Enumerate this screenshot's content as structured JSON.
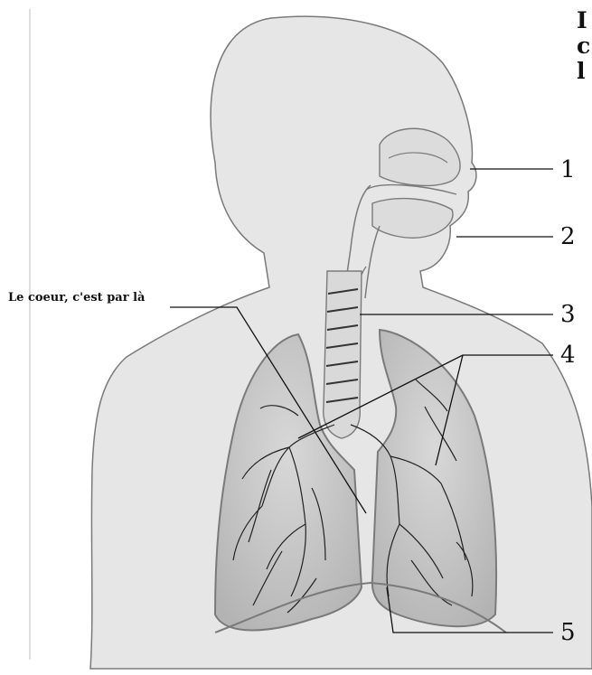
{
  "annotation": "Le coeur, c'est par là",
  "edge_letters": [
    "I",
    "c",
    "l"
  ],
  "labels": [
    "1",
    "2",
    "3",
    "4",
    "5"
  ],
  "colors": {
    "body_fill": "#e6e6e6",
    "lung_fill": "#c4c4c4",
    "outline": "#7a7a7a",
    "line": "#111111"
  }
}
